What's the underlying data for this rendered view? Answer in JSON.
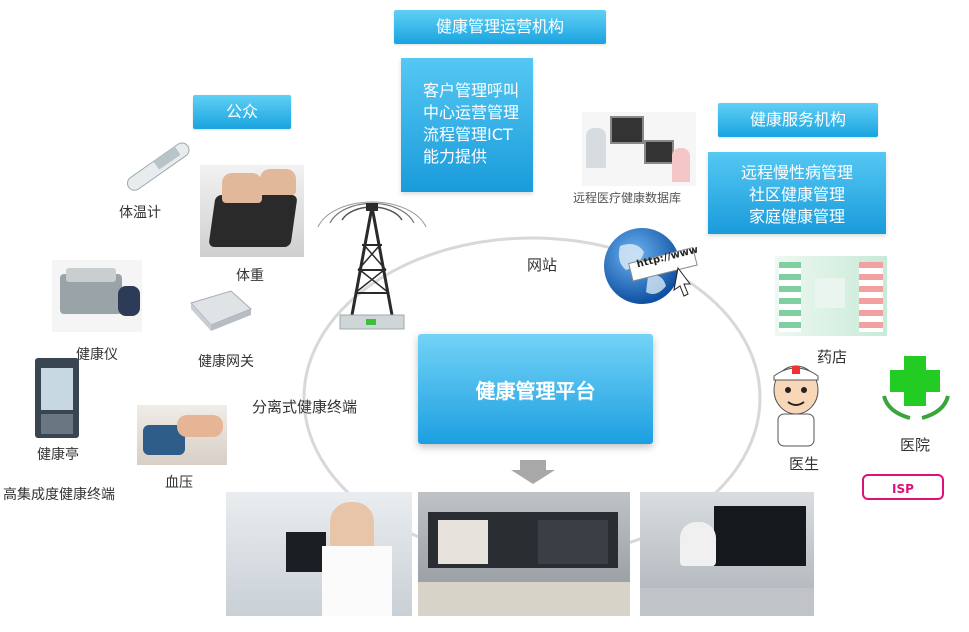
{
  "top_org": {
    "label": "健康管理运营机构",
    "lines": [
      "客户管理呼叫",
      "中心运营管理",
      "流程管理ICT",
      "能力提供"
    ]
  },
  "public": {
    "label": "公众"
  },
  "service_org": {
    "label": "健康服务机构",
    "lines": [
      "远程慢性病管理",
      "社区健康管理",
      "家庭健康管理"
    ]
  },
  "platform": {
    "label": "健康管理平台"
  },
  "labels": {
    "thermometer": "体温计",
    "weight": "体重",
    "health_device": "健康仪",
    "health_gateway": "健康网关",
    "health_kiosk": "健康亭",
    "blood_pressure": "血压",
    "integrated_terminal": "高集成度健康终端",
    "separate_terminal": "分离式健康终端",
    "website": "网站",
    "telemedicine_db": "远程医疗健康数据库",
    "pharmacy": "药店",
    "doctor": "医生",
    "hospital": "医院",
    "isp": "ISP",
    "url_text": "http://www"
  },
  "colors": {
    "accent": "#1aa3df",
    "cross": "#22cc22",
    "isp": "#e0107a"
  }
}
